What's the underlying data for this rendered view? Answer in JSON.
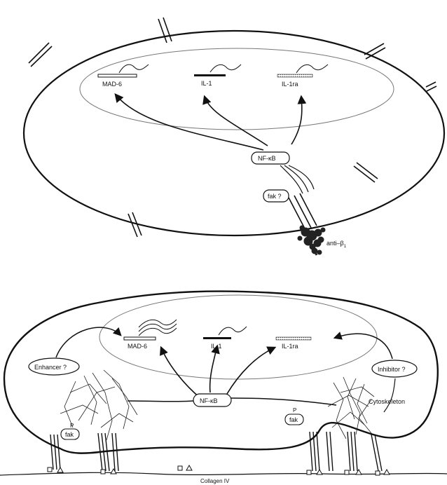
{
  "top_panel": {
    "genes": {
      "mad6": "MAD-6",
      "il1": "IL-1",
      "il1ra": "IL-1ra"
    },
    "nfkb": "NF-κB",
    "fak": "fak ?",
    "antibody": "anti–β",
    "antibody_sub": "1"
  },
  "bottom_panel": {
    "genes": {
      "mad6": "MAD-6",
      "il1": "IL-1",
      "il1ra": "IL-1ra"
    },
    "nfkb": "NF-κB",
    "enhancer": "Enhancer ?",
    "inhibitor": "Inhibitor ?",
    "cytoskeleton": "Cytoskeleton",
    "fak_left": "fak",
    "fak_right": "fak",
    "phospho": "P",
    "substrate": "Collagen IV"
  }
}
